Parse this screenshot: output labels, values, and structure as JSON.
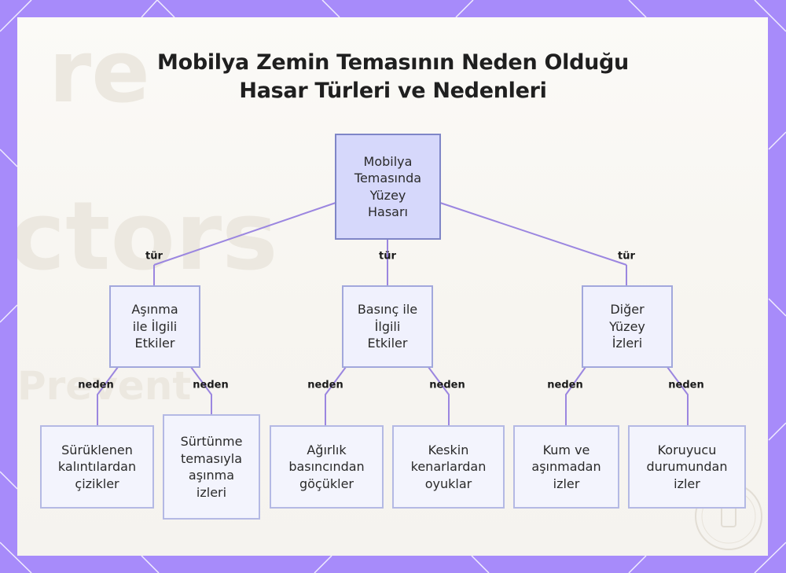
{
  "title": {
    "line1": "Mobilya Zemin Temasının Neden Olduğu",
    "line2": "Hasar Türleri ve Nedenleri"
  },
  "colors": {
    "frame": "#a78bfa",
    "edge": "#9b86e0",
    "root_fill": "#d6d8fb",
    "node_fill": "#f0f1fd"
  },
  "diagram": {
    "root": {
      "label": "Mobilya\nTemasında\nYüzey\nHasarı"
    },
    "categories": [
      {
        "label": "Aşınma\nile İlgili\nEtkiler",
        "edge_label": "tür",
        "children": [
          {
            "label": "Sürüklenen\nkalıntılardan\nçizikler",
            "edge_label": "neden"
          },
          {
            "label": "Sürtünme\ntemasıyla\naşınma\nizleri",
            "edge_label": "neden"
          }
        ]
      },
      {
        "label": "Basınç ile\nİlgili\nEtkiler",
        "edge_label": "tür",
        "children": [
          {
            "label": "Ağırlık\nbasıncından\ngöçükler",
            "edge_label": "neden"
          },
          {
            "label": "Keskin\nkenarlardan\noyuklar",
            "edge_label": "neden"
          }
        ]
      },
      {
        "label": "Diğer\nYüzey\nİzleri",
        "edge_label": "tür",
        "children": [
          {
            "label": "Kum ve\naşınmadan\nizler",
            "edge_label": "neden"
          },
          {
            "label": "Koruyucu\ndurumundan\nizler",
            "edge_label": "neden"
          }
        ]
      }
    ]
  }
}
